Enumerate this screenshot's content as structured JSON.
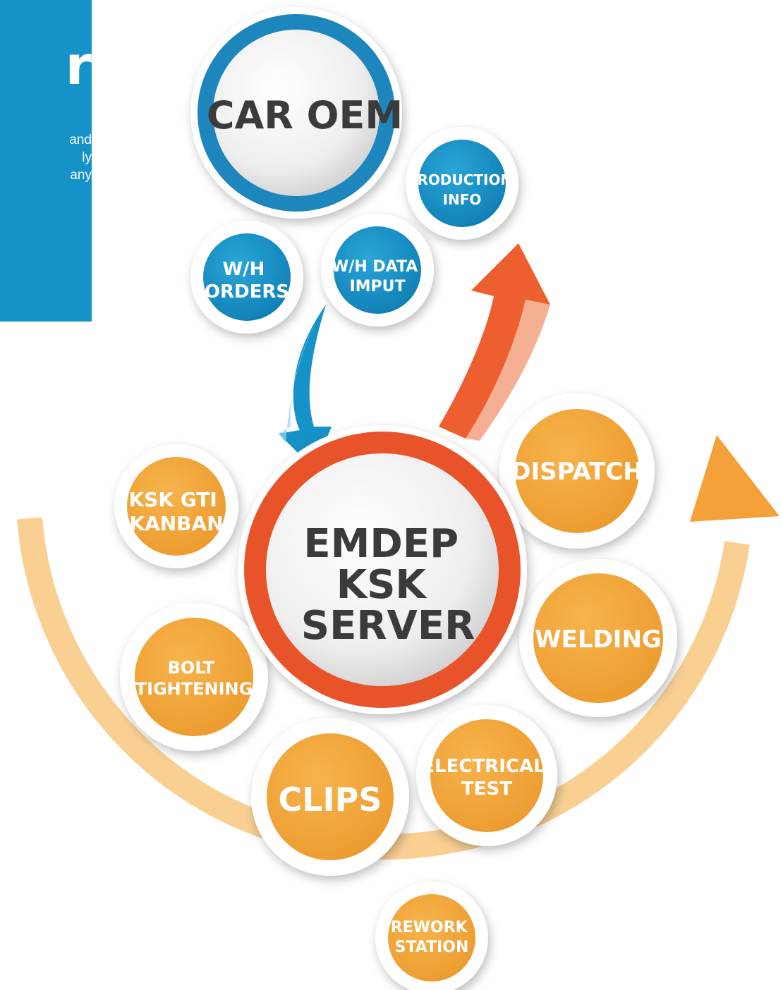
{
  "intro_panel": {
    "heading_fragment": "r",
    "text_fragments": [
      "and",
      "ly",
      "any"
    ],
    "color": "#1592c8"
  },
  "diagram": {
    "center_node": {
      "lines": [
        "EMDEP",
        "KSK",
        "SERVER"
      ],
      "ring_color": "#e8532b"
    },
    "oem_node": {
      "label": "CAR OEM",
      "ring_color": "#1b86bd"
    },
    "oem_satellites": [
      {
        "lines": [
          "PRODUCTION",
          "INFO"
        ]
      },
      {
        "lines": [
          "W/H DATA",
          "IMPUT"
        ]
      },
      {
        "lines": [
          "W/H",
          "ORDERS"
        ]
      }
    ],
    "stations": [
      {
        "lines": [
          "KSK GTI",
          "KANBAN"
        ]
      },
      {
        "lines": [
          "DISPATCH"
        ]
      },
      {
        "lines": [
          "WELDING"
        ]
      },
      {
        "lines": [
          "BOLT",
          "TIGHTENING"
        ]
      },
      {
        "lines": [
          "ELECTRICAL",
          "TEST"
        ]
      },
      {
        "lines": [
          "CLIPS"
        ]
      },
      {
        "lines": [
          "REWORK",
          "STATION"
        ]
      }
    ],
    "colors": {
      "blue": "#1592c8",
      "orange": "#f0a63a",
      "red_orange": "#ee5f2f",
      "light_orange": "#f9cc8c"
    }
  }
}
